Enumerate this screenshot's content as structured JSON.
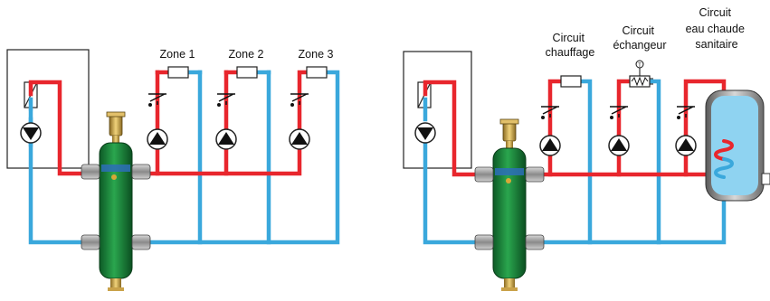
{
  "left_diagram": {
    "zones": [
      {
        "label": "Zone 1"
      },
      {
        "label": "Zone 2"
      },
      {
        "label": "Zone 3"
      }
    ]
  },
  "right_diagram": {
    "circuits": [
      {
        "line1": "Circuit",
        "line2": "chauffage"
      },
      {
        "line1": "Circuit",
        "line2": "échangeur"
      },
      {
        "line1": "Circuit",
        "line2": "eau chaude",
        "line3": "sanitaire"
      }
    ]
  },
  "colors": {
    "hot": "#e8262d",
    "cold": "#3aa8dc",
    "separator_body": "#1c8a3e",
    "brass": "#c9a24a",
    "tank_fill": "#8fd3f1"
  },
  "icons": [
    "boiler-icon",
    "pump-icon",
    "check-valve-icon",
    "heat-emitter-icon",
    "heat-exchanger-icon",
    "thermometer-icon",
    "hydraulic-separator-icon",
    "storage-tank-icon",
    "coil-icon"
  ]
}
